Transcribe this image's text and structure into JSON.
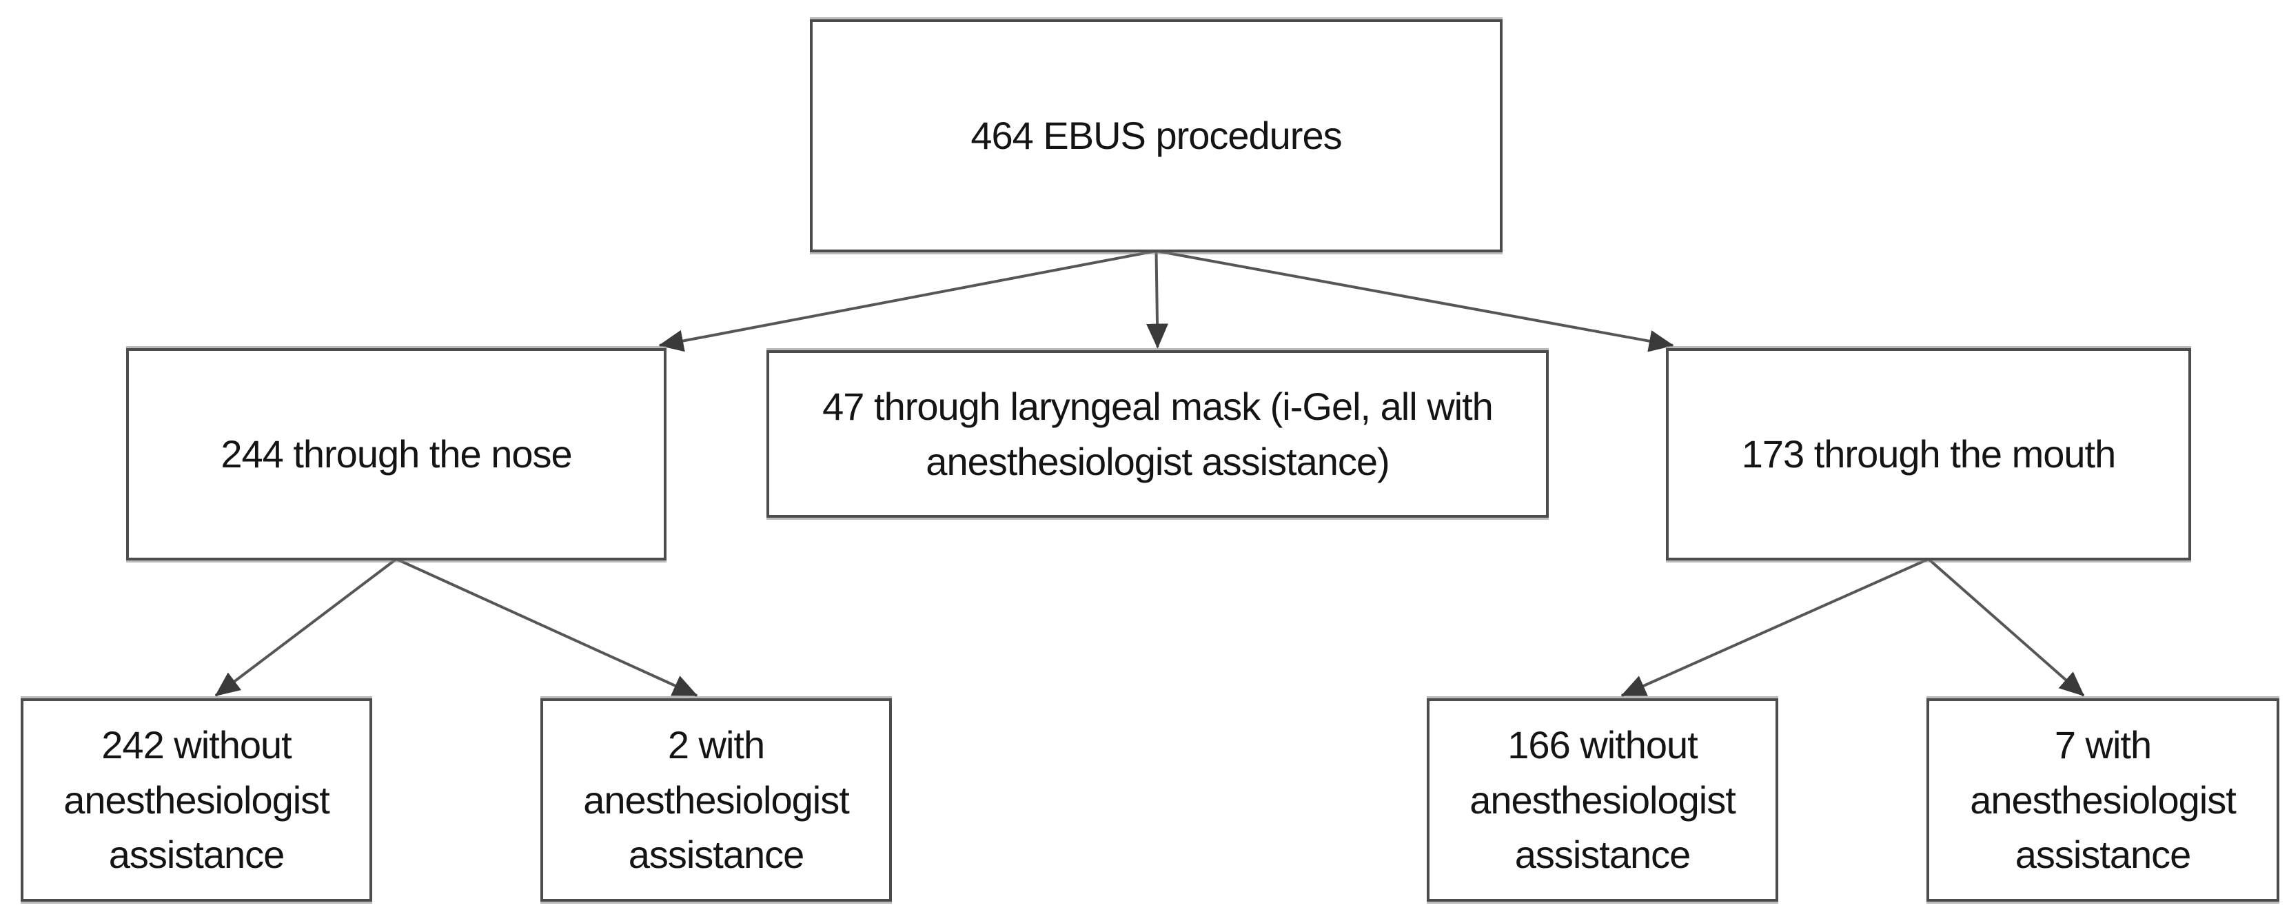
{
  "figure": {
    "description": "Flow diagram of EBUS procedures by insertion route and anesthesiologist assistance"
  },
  "nodes": {
    "root": {
      "label": "464 EBUS procedures"
    },
    "nose": {
      "label": "244 through the nose"
    },
    "mask": {
      "label": "47 through laryngeal mask (i-Gel, all with anesthesiologist assistance)"
    },
    "mouth": {
      "label": "173 through the mouth"
    },
    "nose_without": {
      "label": "242 without anesthesiologist assistance"
    },
    "nose_with": {
      "label": "2 with anesthesiologist assistance"
    },
    "mouth_without": {
      "label": "166 without anesthesiologist assistance"
    },
    "mouth_with": {
      "label": "7 with anesthesiologist assistance"
    }
  },
  "edges": [
    {
      "from": "root",
      "to": "nose",
      "toAnchor": "corner"
    },
    {
      "from": "root",
      "to": "mask",
      "toAnchor": "center"
    },
    {
      "from": "root",
      "to": "mouth",
      "toAnchor": "corner"
    },
    {
      "from": "nose",
      "to": "nose_without",
      "toAnchor": "toward"
    },
    {
      "from": "nose",
      "to": "nose_with",
      "toAnchor": "toward"
    },
    {
      "from": "mouth",
      "to": "mouth_without",
      "toAnchor": "toward"
    },
    {
      "from": "mouth",
      "to": "mouth_with",
      "toAnchor": "toward"
    }
  ],
  "colors": {
    "line": "#565656",
    "box_border": "#4c4c4c",
    "text": "#141414",
    "background": "#ffffff"
  }
}
